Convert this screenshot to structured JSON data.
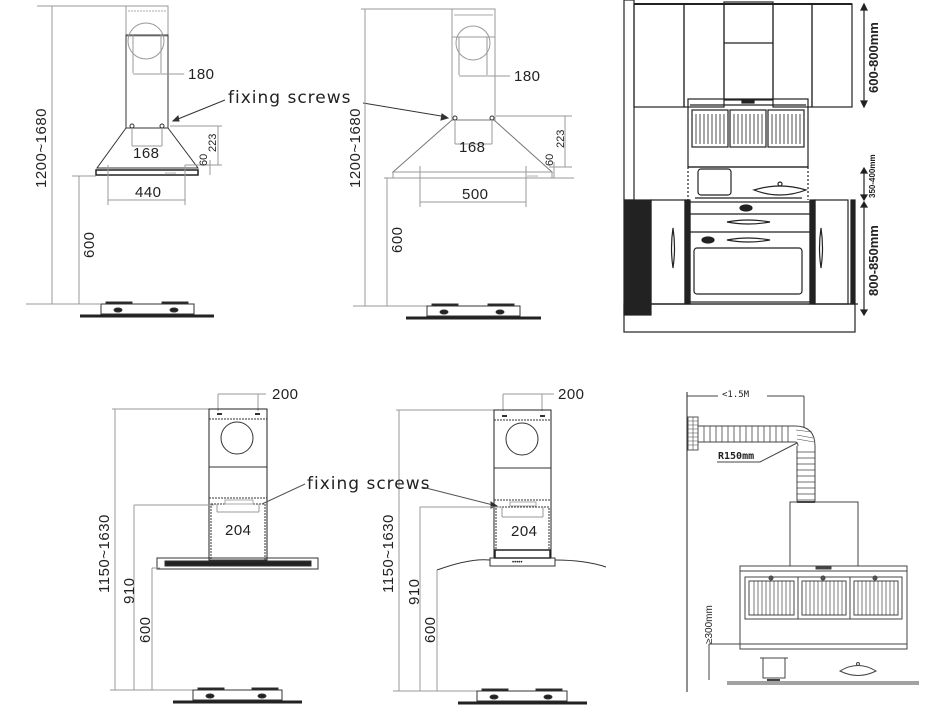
{
  "diagrams": [
    {
      "id": "chimney-hood-440",
      "labels": {
        "duct_width": "180",
        "screw_spacing": "168",
        "hood_height": "223",
        "edge_height": "60",
        "hood_width": "440",
        "total_height": "1200~1680",
        "hob_clearance": "600"
      }
    },
    {
      "id": "chimney-hood-500",
      "labels": {
        "duct_width": "180",
        "screw_spacing": "168",
        "hood_height": "223",
        "edge_height": "60",
        "hood_width": "500",
        "total_height": "1200~1680",
        "hob_clearance": "600"
      }
    },
    {
      "id": "kitchen-elevation",
      "labels": {
        "upper_cabinet_height": "600-800mm",
        "hood_clearance": "350-400mm",
        "counter_height": "800-850mm"
      }
    },
    {
      "id": "flat-glass-hood",
      "labels": {
        "bracket_width": "200",
        "screw_spacing": "204",
        "total_height": "1150~1630",
        "mount_height": "910",
        "hob_clearance": "600"
      }
    },
    {
      "id": "curved-glass-hood",
      "labels": {
        "bracket_width": "200",
        "screw_spacing": "204",
        "total_height": "1150~1630",
        "mount_height": "910",
        "hob_clearance": "600"
      }
    },
    {
      "id": "duct-installation",
      "labels": {
        "max_duct_length": "<1.5M",
        "bend_radius": "R150mm",
        "min_clearance": "≥300mm"
      }
    }
  ],
  "annotations": {
    "fixing_screws_top": "fixing screws",
    "fixing_screws_bottom": "fixing screws"
  }
}
